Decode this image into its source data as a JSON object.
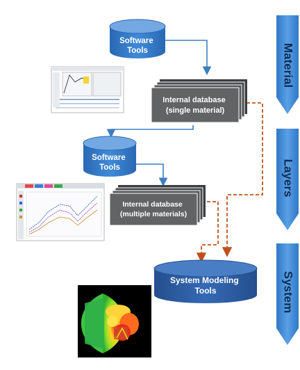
{
  "nodes": {
    "software_tools_1": [
      "Software",
      "Tools"
    ],
    "internal_db_single": [
      "Internal database",
      "(single material)"
    ],
    "software_tools_2": [
      "Software",
      "Tools"
    ],
    "internal_db_multiple": [
      "Internal database",
      "(multiple materials)"
    ],
    "system_modeling_tools": [
      "System Modeling",
      "Tools"
    ]
  },
  "stages": {
    "material": "Material",
    "layers": "Layers",
    "system": "System"
  },
  "colors": {
    "cylinder_blue": "#2f77c8",
    "cylinder_top": "#74a8e2",
    "system_cylinder": "#2d5fa6",
    "db_dark": "#58595b",
    "stage_arrow": "#3d8ad6",
    "connector_blue": "#3d7ec2",
    "dashed_orange": "#c0501a"
  },
  "icons": [
    "software-screenshot-thumbnail",
    "multiple-materials-chart-thumbnail",
    "thermal-simulation-render"
  ]
}
